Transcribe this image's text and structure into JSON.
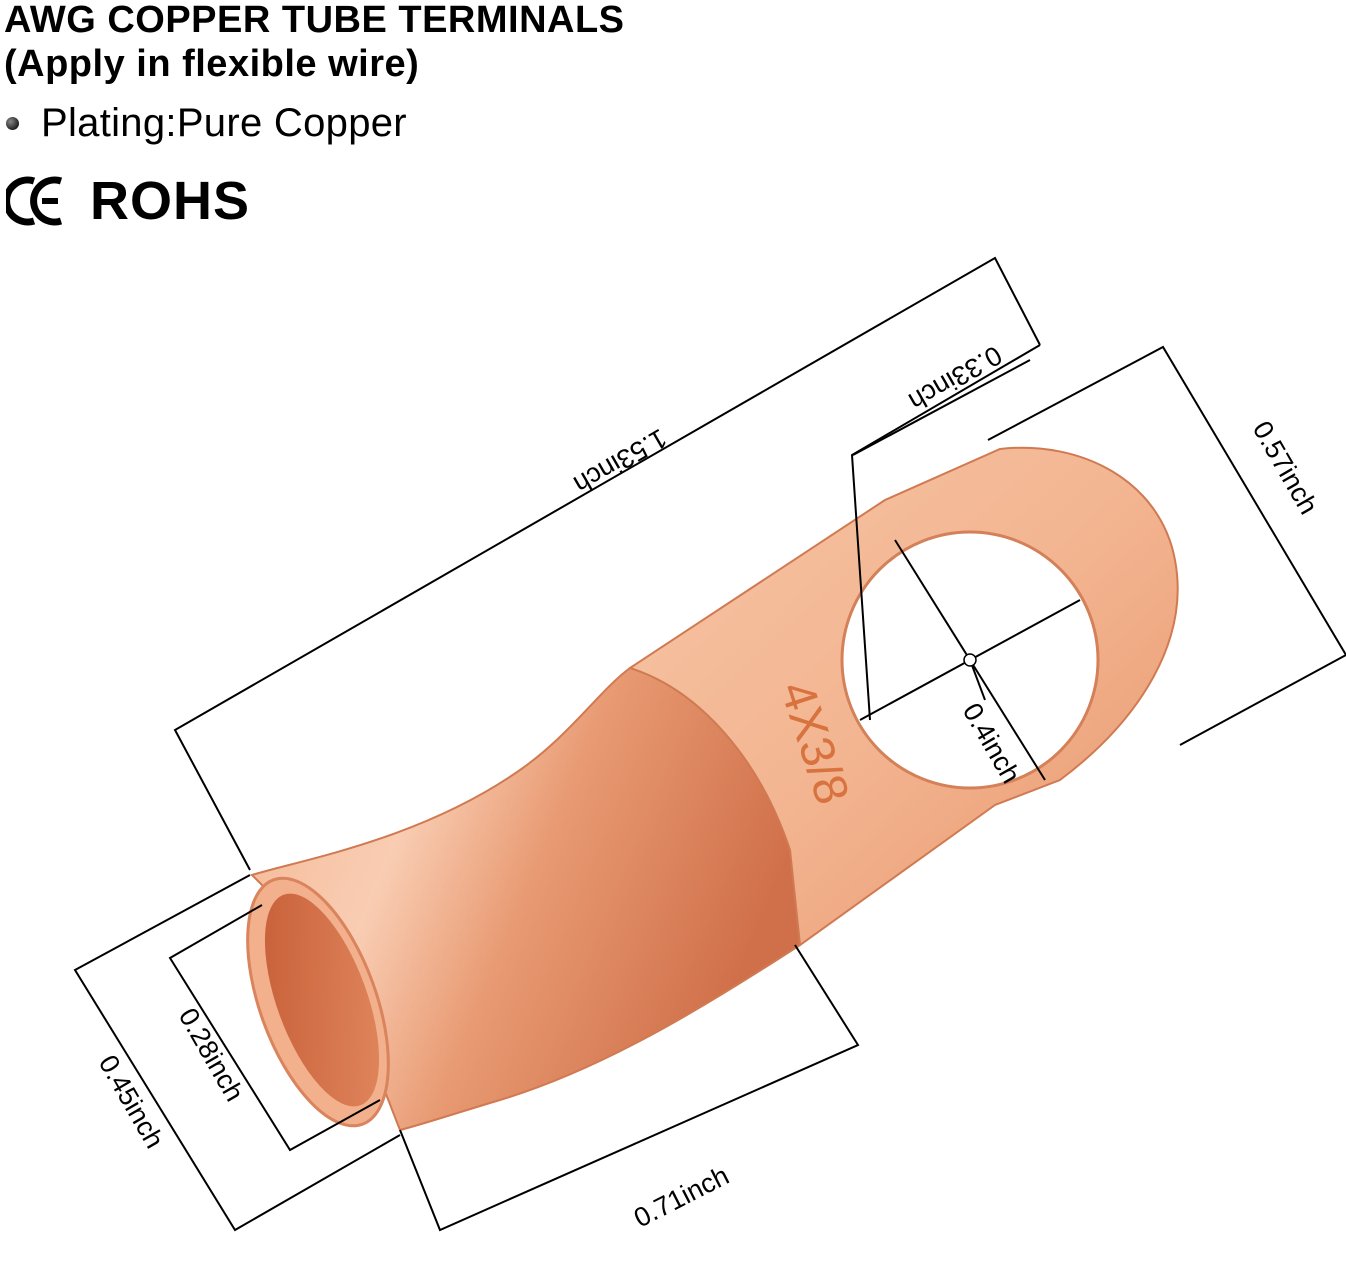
{
  "header": {
    "title_line1": "AWG  COPPER TUBE TERMINALS",
    "title_line2": "(Apply in flexible wire)",
    "bullet": "Plating:Pure Copper",
    "certification": "ROHS",
    "ce_icon": "ce-mark-icon"
  },
  "terminal": {
    "stamp": "4X3/8",
    "colors": {
      "copper_light": "#f6c3a3",
      "copper_mid": "#e8906a",
      "copper_dark": "#c9603b",
      "line": "#000000"
    }
  },
  "dimensions": {
    "total_length": "1.53inch",
    "tongue_length": "0.33inch",
    "tongue_width": "0.57inch",
    "hole_diameter": "0.4inch",
    "barrel_outer": "0.45inch",
    "barrel_inner": "0.28inch",
    "barrel_length": "0.71inch"
  }
}
